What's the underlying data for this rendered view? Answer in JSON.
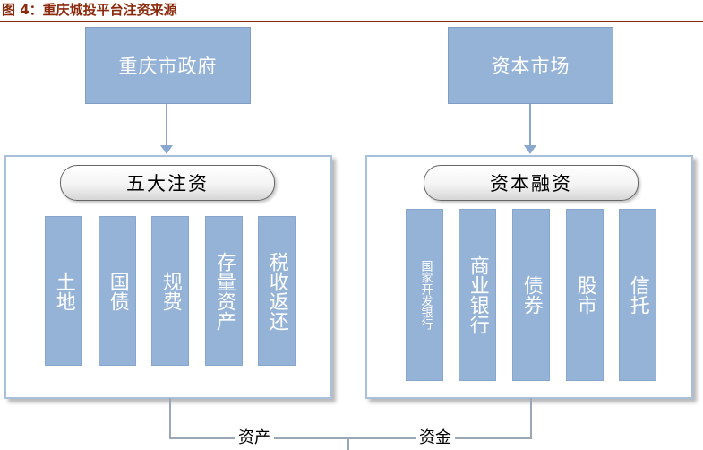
{
  "figure_title": "图 4：重庆城投平台注资来源",
  "sources": {
    "left": "重庆市政府",
    "right": "资本市场"
  },
  "left_panel": {
    "heading": "五大注资",
    "items": [
      "土地",
      "国债",
      "规费",
      "存量资产",
      "税收返还"
    ]
  },
  "right_panel": {
    "heading": "资本融资",
    "items": [
      "国家开发银行",
      "商业银行",
      "债券",
      "股市",
      "信托"
    ]
  },
  "connectors": {
    "left_label": "资产",
    "right_label": "资金"
  },
  "colors": {
    "box_fill": "#95b3d7",
    "title_color": "#8b2b0e",
    "panel_border": "#a8c0dc"
  }
}
